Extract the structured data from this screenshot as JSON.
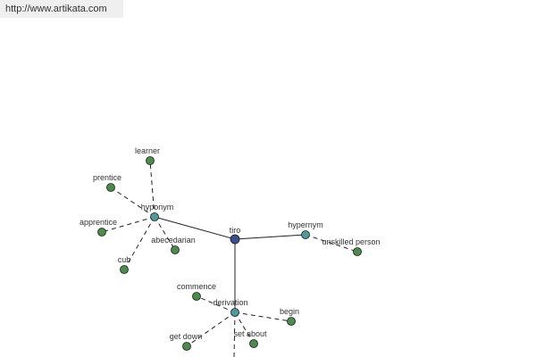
{
  "banner": {
    "url": "http://www.artikata.com"
  },
  "colors": {
    "root": "#3b4f8e",
    "category": "#4e9a9a",
    "leaf": "#4d8a4d",
    "edge": "#222222",
    "stroke": "#1a1a1a"
  },
  "graph": {
    "root": {
      "id": "tiro",
      "label": "tiro"
    },
    "categories": [
      {
        "id": "hyponym",
        "label": "hyponym"
      },
      {
        "id": "hypernym",
        "label": "hypernym"
      },
      {
        "id": "derivation",
        "label": "derivation"
      }
    ],
    "leaves": [
      {
        "id": "learner",
        "label": "learner",
        "parent": "hyponym"
      },
      {
        "id": "prentice",
        "label": "prentice",
        "parent": "hyponym"
      },
      {
        "id": "apprentice",
        "label": "apprentice",
        "parent": "hyponym"
      },
      {
        "id": "cub",
        "label": "cub",
        "parent": "hyponym"
      },
      {
        "id": "abecedarian",
        "label": "abecedarian",
        "parent": "hyponym"
      },
      {
        "id": "unskilled-person",
        "label": "unskilled person",
        "parent": "hypernym"
      },
      {
        "id": "commence",
        "label": "commence",
        "parent": "derivation"
      },
      {
        "id": "begin",
        "label": "begin",
        "parent": "derivation"
      },
      {
        "id": "get-down",
        "label": "get down",
        "parent": "derivation"
      },
      {
        "id": "set-about",
        "label": "set about",
        "parent": "derivation"
      }
    ]
  }
}
